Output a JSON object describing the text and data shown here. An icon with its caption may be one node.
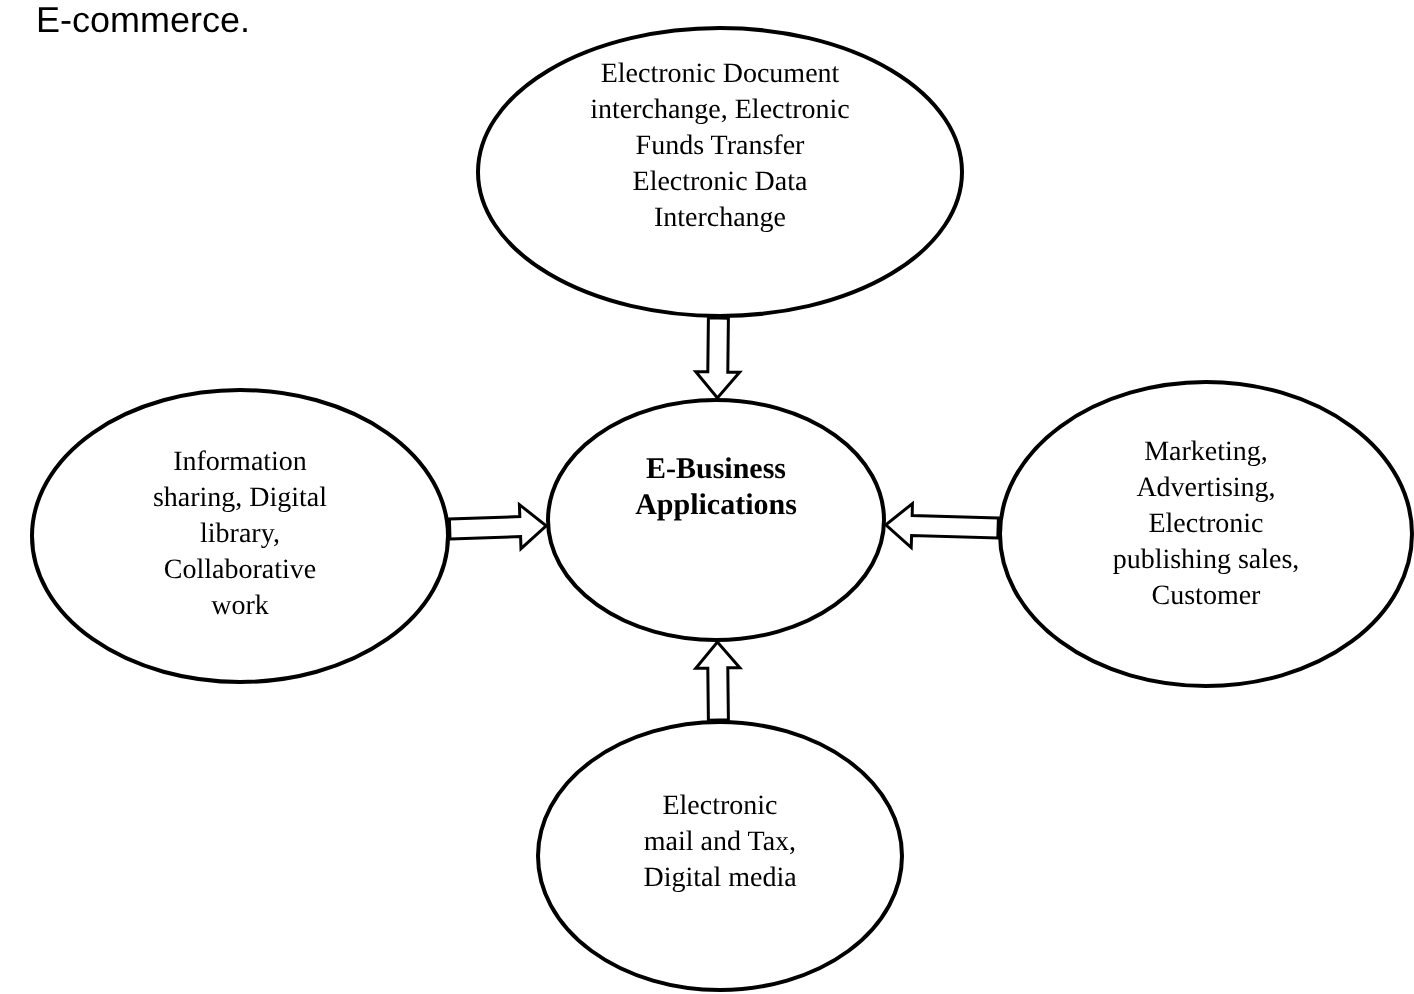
{
  "diagram": {
    "nodes": [
      {
        "text": [
          "Electronic Document interchange, Electronic Funds Transfer Electronic Data Interchange"
        ]
      },
      {
        "text": [
          "Information sharing, Digital library, Collaborative work"
        ]
      },
      {
        "text": [
          "E-Business Applications"
        ]
      },
      {
        "text": [
          "Marketing, Advertising, Electronic publishing sales, Customer"
        ]
      },
      {
        "text": [
          "Electronic mail and Tax, Digital media"
        ]
      }
    ],
    "edges": [
      {
        "from": 0,
        "to": 2,
        "arrow": "to"
      },
      {
        "from": 1,
        "to": 2,
        "arrow": "to"
      },
      {
        "from": 3,
        "to": 2,
        "arrow": "to"
      },
      {
        "from": 4,
        "to": 2,
        "arrow": "to"
      }
    ],
    "labels": [
      "E-commerce."
    ]
  }
}
